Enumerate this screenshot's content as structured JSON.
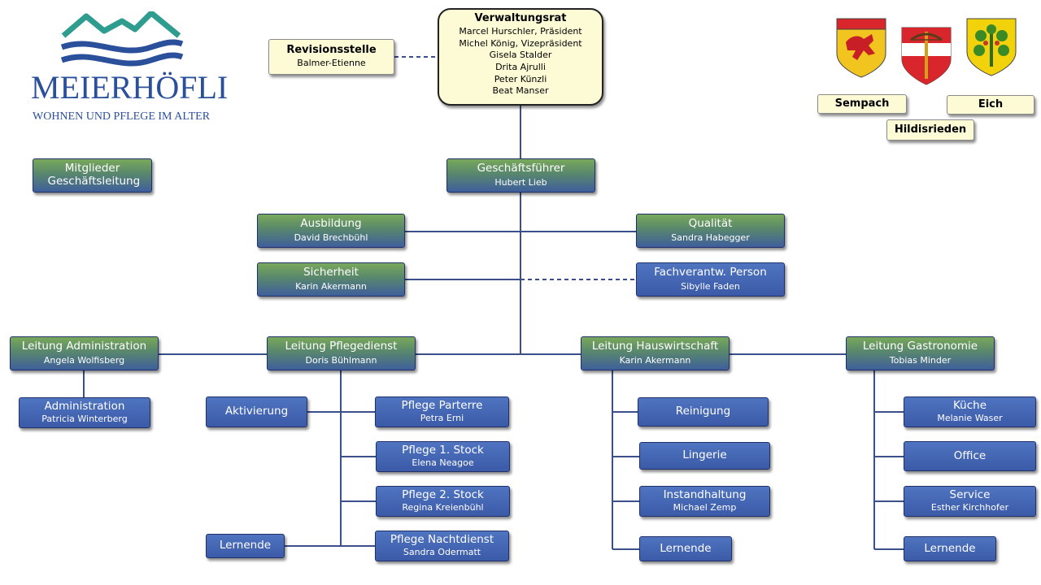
{
  "logo": {
    "name": "MEIERHÖFLI",
    "tagline": "WOHNEN UND PFLEGE IM ALTER"
  },
  "board": {
    "title": "Verwaltungsrat",
    "members": [
      "Marcel Hurschler, Präsident",
      "Michel König, Vizepräsident",
      "Gisela Stalder",
      "Drita Ajrulli",
      "Peter Künzli",
      "Beat Manser"
    ]
  },
  "audit": {
    "title": "Revisionsstelle",
    "name": "Balmer-Etienne"
  },
  "municipalities": [
    "Sempach",
    "Eich",
    "Hildisrieden"
  ],
  "management_members": "Mitglieder Geschäftsleitung",
  "ceo": {
    "title": "Geschäftsführer",
    "name": "Hubert Lieb"
  },
  "staff": {
    "ausbildung": {
      "title": "Ausbildung",
      "name": "David Brechbühl"
    },
    "sicherheit": {
      "title": "Sicherheit",
      "name": "Karin Akermann"
    },
    "qualitaet": {
      "title": "Qualität",
      "name": "Sandra Habegger"
    },
    "fachverantw": {
      "title": "Fachverantw. Person",
      "name": "Sibylle Faden"
    }
  },
  "divisions": {
    "administration": {
      "title": "Leitung Administration",
      "name": "Angela Wolfisberg",
      "units": [
        {
          "title": "Administration",
          "name": "Patricia Winterberg"
        }
      ]
    },
    "pflege": {
      "title": "Leitung Pflegedienst",
      "name": "Doris Bühlmann",
      "side_units": [
        {
          "title": "Aktivierung"
        },
        {
          "title": "Lernende"
        }
      ],
      "units": [
        {
          "title": "Pflege Parterre",
          "name": "Petra Erni"
        },
        {
          "title": "Pflege 1. Stock",
          "name": "Elena Neagoe"
        },
        {
          "title": "Pflege 2. Stock",
          "name": "Regina Kreienbühl"
        },
        {
          "title": "Pflege Nachtdienst",
          "name": "Sandra Odermatt"
        }
      ]
    },
    "hauswirtschaft": {
      "title": "Leitung Hauswirtschaft",
      "name": "Karin Akermann",
      "units": [
        {
          "title": "Reinigung"
        },
        {
          "title": "Lingerie"
        },
        {
          "title": "Instandhaltung",
          "name": "Michael Zemp"
        },
        {
          "title": "Lernende"
        }
      ]
    },
    "gastronomie": {
      "title": "Leitung Gastronomie",
      "name": "Tobias Minder",
      "units": [
        {
          "title": "Küche",
          "name": "Melanie Waser"
        },
        {
          "title": "Office"
        },
        {
          "title": "Service",
          "name": "Esther Kirchhofer"
        },
        {
          "title": "Lernende"
        }
      ]
    }
  },
  "colors": {
    "line": "#3b4f8a",
    "box_blue": "#3b5aa8",
    "box_green": "#6a9a58",
    "cream": "#fdfbd6",
    "logo_blue": "#2a4f9b",
    "logo_teal": "#2e9c8f"
  }
}
